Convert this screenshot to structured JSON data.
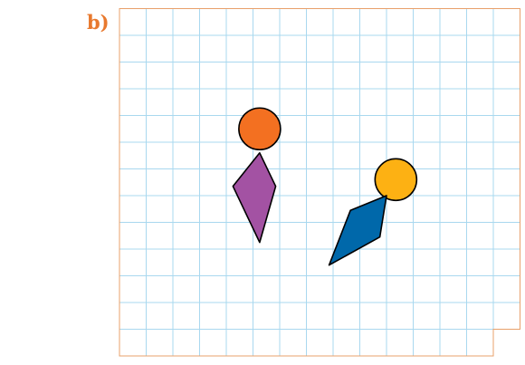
{
  "label": "b)",
  "colors": {
    "label": "#e8792e",
    "border": "#e8a06b",
    "grid": "#a9d8ef",
    "outline": "#000000",
    "orange_circle": "#f37021",
    "purple_kite": "#a352a3",
    "yellow_circle": "#fdb113",
    "blue_kite": "#0068aa"
  },
  "grid": {
    "columns": 15,
    "rows": 13,
    "notch": {
      "columns": 1,
      "rows": 1
    }
  },
  "shapes": [
    {
      "name": "orange-circle",
      "type": "circle",
      "center": [
        5.25,
        4.5
      ],
      "radius": 0.78,
      "color_key": "orange_circle"
    },
    {
      "name": "purple-kite",
      "type": "polygon",
      "points": [
        [
          5.25,
          5.4
        ],
        [
          5.85,
          6.65
        ],
        [
          5.25,
          8.75
        ],
        [
          4.25,
          6.65
        ]
      ],
      "color_key": "purple_kite"
    },
    {
      "name": "yellow-circle",
      "type": "circle",
      "center": [
        10.35,
        6.4
      ],
      "radius": 0.78,
      "color_key": "yellow_circle"
    },
    {
      "name": "blue-kite",
      "type": "polygon",
      "points": [
        [
          10,
          7.0
        ],
        [
          9.75,
          8.55
        ],
        [
          7.85,
          9.6
        ],
        [
          8.65,
          7.55
        ]
      ],
      "color_key": "blue_kite"
    }
  ]
}
